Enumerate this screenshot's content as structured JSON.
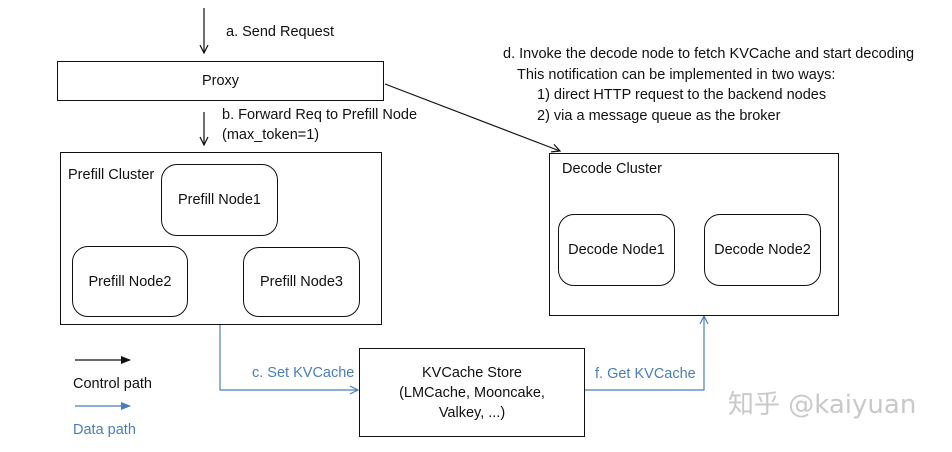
{
  "steps": {
    "a": "a. Send Request",
    "b_line1": "b. Forward Req to Prefill Node",
    "b_line2": "(max_token=1)",
    "c": "c. Set KVCache",
    "d_line1": "d. Invoke the decode node to fetch KVCache and start decoding",
    "d_line2": "This notification can be implemented in two ways:",
    "d_line3": "1) direct HTTP request to the backend nodes",
    "d_line4": "2) via a message queue as the broker",
    "f": "f. Get KVCache"
  },
  "proxy": {
    "label": "Proxy"
  },
  "prefill_cluster": {
    "label": "Prefill Cluster",
    "nodes": [
      "Prefill Node1",
      "Prefill Node2",
      "Prefill Node3"
    ]
  },
  "decode_cluster": {
    "label": "Decode Cluster",
    "nodes": [
      "Decode Node1",
      "Decode Node2"
    ]
  },
  "kvcache_store": {
    "line1": "KVCache Store",
    "line2": "(LMCache, Mooncake,",
    "line3": "Valkey, ...)"
  },
  "legend": {
    "control": "Control path",
    "data": "Data path"
  },
  "watermark": "知乎 @kaiyuan",
  "colors": {
    "control_arrow": "#111111",
    "data_arrow": "#4a7ebb",
    "watermark": "#c9c9c9"
  }
}
